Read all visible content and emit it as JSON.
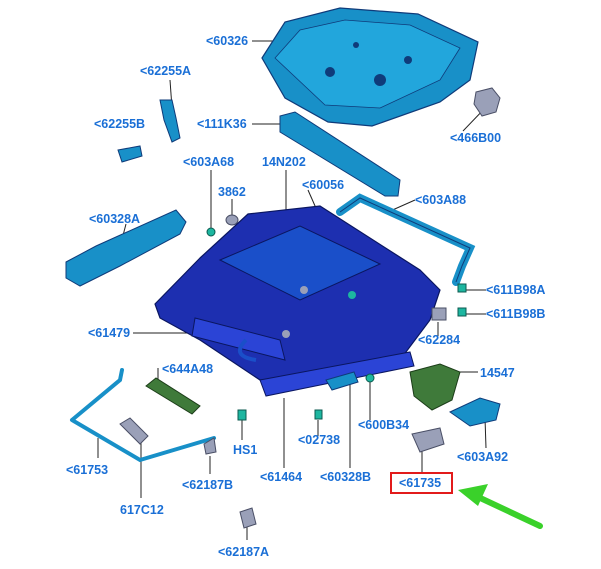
{
  "labels": {
    "l60326": "<60326",
    "l62255A": "<62255A",
    "l62255B": "<62255B",
    "l111K36": "<111K36",
    "l466B00": "<466B00",
    "l603A68": "<603A68",
    "l14N202": "14N202",
    "l3862": "3862",
    "l60056": "<60056",
    "l603A88": "<603A88",
    "l60328A": "<60328A",
    "l611B98A": "<611B98A",
    "l611B98B": "<611B98B",
    "l61479": "<61479",
    "l62284": "<62284",
    "l644A48": "<644A48",
    "l14547": "14547",
    "l600B34": "<600B34",
    "lHS1": "HS1",
    "l02738": "<02738",
    "l603A92": "<603A92",
    "l61753": "<61753",
    "l62187B": "<62187B",
    "l61464": "<61464",
    "l60328B": "<60328B",
    "l61735": "<61735",
    "l617C12": "617C12",
    "l62187A": "<62187A"
  },
  "colors": {
    "label": "#1a6fd6",
    "highlight_box": "#e21b1b",
    "arrow": "#3ad12a",
    "part_blue": "#1a4fc9",
    "part_cyan": "#1890c8",
    "part_dark_blue": "#1d2fb0",
    "part_green": "#3f7a3a",
    "part_gray": "#9aa0b8"
  }
}
